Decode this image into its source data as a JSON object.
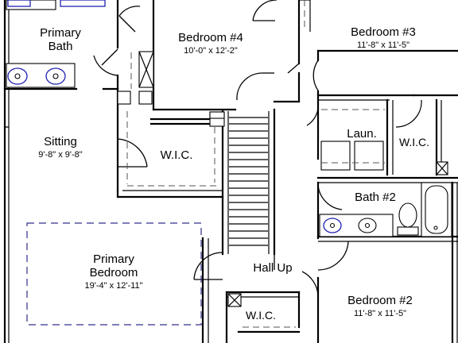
{
  "rooms": {
    "primary_bath": {
      "line1": "Primary",
      "line2": "Bath"
    },
    "bedroom4": {
      "name": "Bedroom #4",
      "dims": "10'-0\" x 12'-2\""
    },
    "bedroom3": {
      "name": "Bedroom #3",
      "dims": "11'-8\" x 11'-5\""
    },
    "sitting": {
      "name": "Sitting",
      "dims": "9'-8\" x 9'-8\""
    },
    "wic_center": {
      "name": "W.I.C."
    },
    "laundry": {
      "name": "Laun."
    },
    "wic_right": {
      "name": "W.I.C."
    },
    "bath2": {
      "name": "Bath #2"
    },
    "primary_bedroom": {
      "line1": "Primary",
      "line2": "Bedroom",
      "dims": "19'-4\" x 12'-11\""
    },
    "hall": {
      "name": "Hall Up"
    },
    "bedroom2": {
      "name": "Bedroom #2",
      "dims": "11'-8\" x 11'-5\""
    },
    "wic_bottom": {
      "name": "W.I.C."
    }
  }
}
